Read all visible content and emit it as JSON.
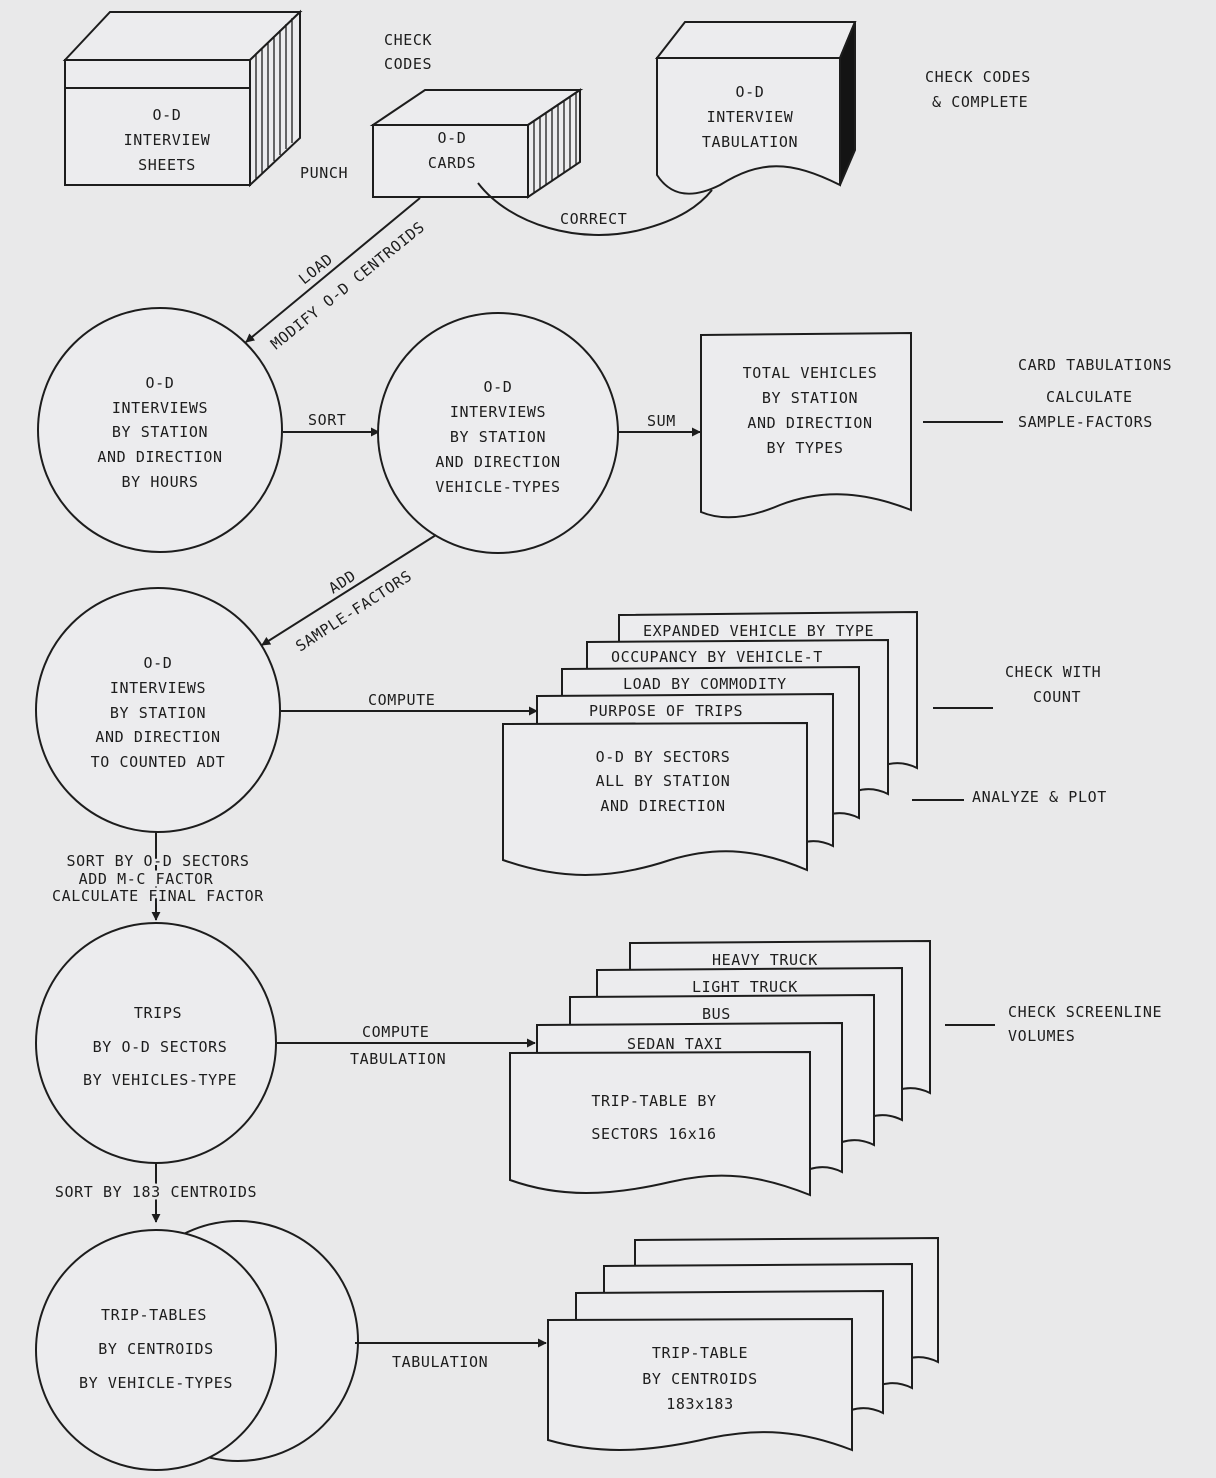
{
  "colors": {
    "ink": "#1d1d1d",
    "paper": "#e9e9ea"
  },
  "top": {
    "box1": [
      "O-D",
      "INTERVIEW",
      "SHEETS"
    ],
    "punch": "PUNCH",
    "check_codes": [
      "CHECK",
      "CODES"
    ],
    "box2": [
      "O-D",
      "CARDS"
    ],
    "box3": [
      "O-D",
      "INTERVIEW",
      "TABULATION"
    ],
    "check_complete": [
      "CHECK CODES",
      "& COMPLETE"
    ],
    "correct": "CORRECT",
    "load": "LOAD",
    "modify": "MODIFY O-D CENTROIDS"
  },
  "row2": {
    "circle1": [
      "O-D",
      "INTERVIEWS",
      "BY STATION",
      "AND DIRECTION",
      "BY HOURS"
    ],
    "sort": "SORT",
    "circle2": [
      "O-D",
      "INTERVIEWS",
      "BY STATION",
      "AND DIRECTION",
      "VEHICLE-TYPES"
    ],
    "sum": "SUM",
    "doc": [
      "TOTAL VEHICLES",
      "BY STATION",
      "AND DIRECTION",
      "BY TYPES"
    ],
    "note": [
      "CARD TABULATIONS",
      "CALCULATE",
      "SAMPLE-FACTORS"
    ]
  },
  "row3": {
    "add": "ADD",
    "sample_factors": "SAMPLE-FACTORS",
    "circle": [
      "O-D",
      "INTERVIEWS",
      "BY STATION",
      "AND DIRECTION",
      "TO COUNTED ADT"
    ],
    "compute": "COMPUTE",
    "stack": [
      "EXPANDED VEHICLE BY TYPE",
      "OCCUPANCY BY VEHICLE-T",
      "LOAD BY COMMODITY",
      "PURPOSE OF TRIPS"
    ],
    "front": [
      "O-D BY SECTORS",
      "ALL BY STATION",
      "AND DIRECTION"
    ],
    "check": [
      "CHECK WITH",
      "COUNT"
    ],
    "analyze": "ANALYZE & PLOT"
  },
  "between": [
    "SORT BY O-D SECTORS",
    "ADD M-C FACTOR",
    "CALCULATE FINAL FACTOR"
  ],
  "row4": {
    "circle": [
      "TRIPS",
      "BY O-D SECTORS",
      "BY VEHICLES-TYPE"
    ],
    "compute": [
      "COMPUTE",
      "TABULATION"
    ],
    "stack": [
      "HEAVY TRUCK",
      "LIGHT TRUCK",
      "BUS",
      "SEDAN TAXI"
    ],
    "front": [
      "TRIP-TABLE BY",
      "SECTORS 16x16"
    ],
    "check": [
      "CHECK SCREENLINE",
      "VOLUMES"
    ]
  },
  "sort_centroids": "SORT BY 183 CENTROIDS",
  "row5": {
    "circle": [
      "TRIP-TABLES",
      "BY CENTROIDS",
      "BY VEHICLE-TYPES"
    ],
    "tabulation": "TABULATION",
    "front": [
      "TRIP-TABLE",
      "BY CENTROIDS",
      "183x183"
    ]
  }
}
